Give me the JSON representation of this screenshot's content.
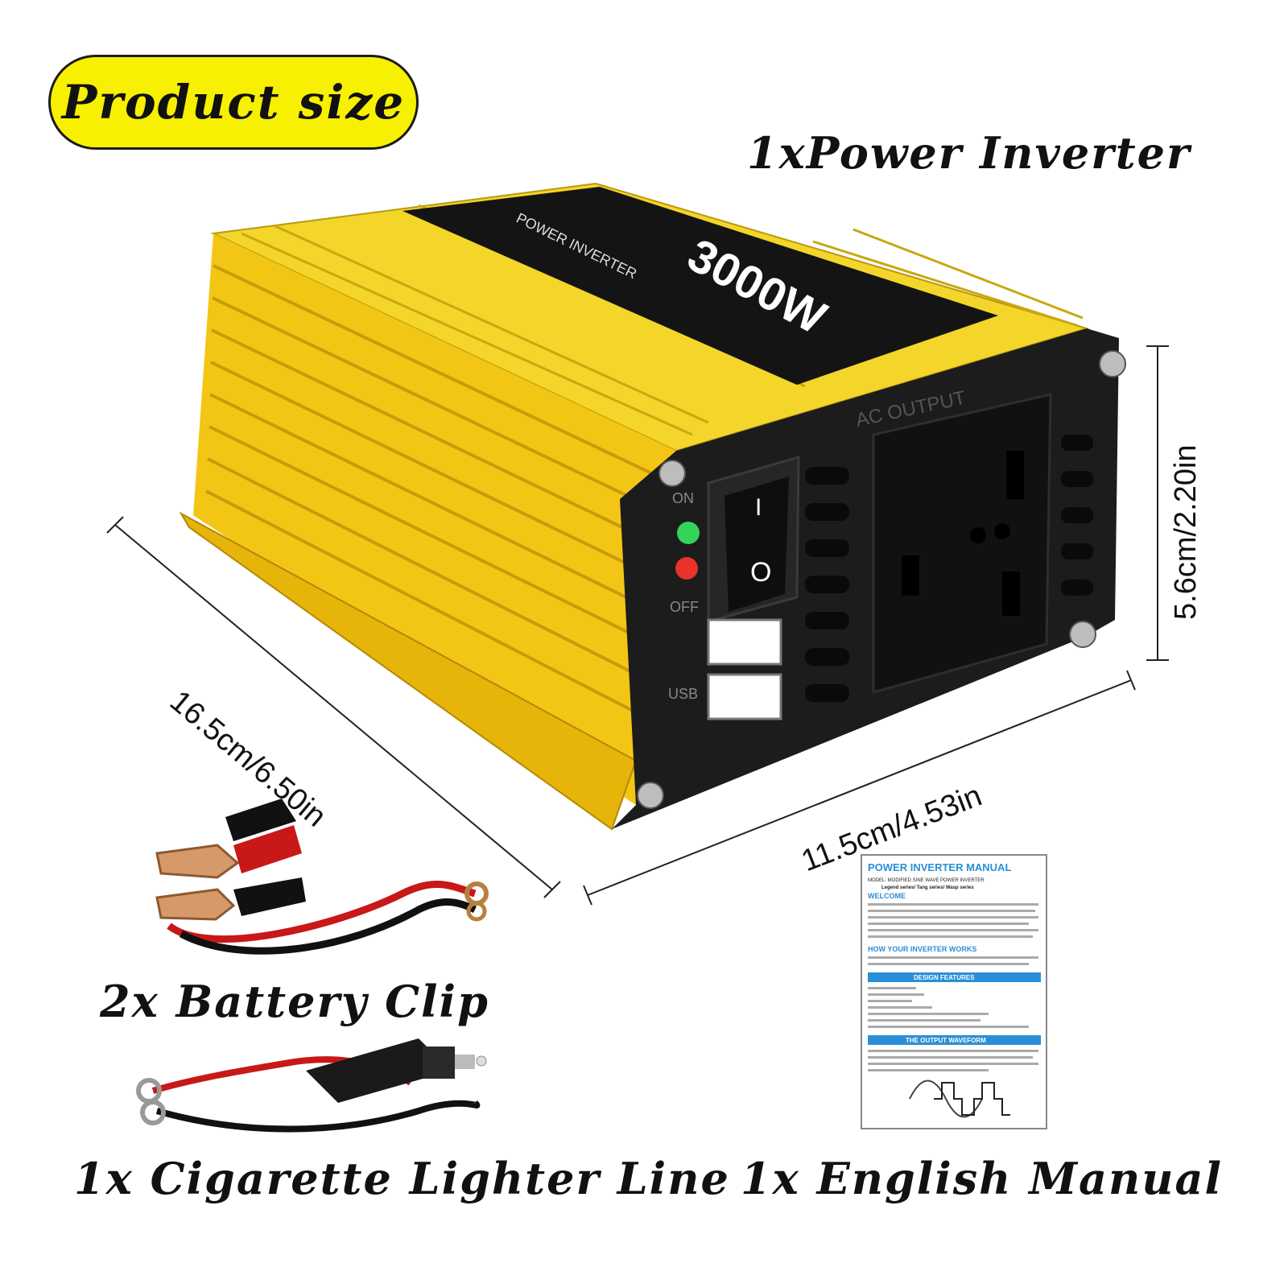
{
  "header": {
    "badge_label": "Product size"
  },
  "labels": {
    "inverter": "1xPower Inverter",
    "battery_clip": "2x Battery Clip",
    "cigarette_line": "1x Cigarette Lighter Line",
    "manual": "1x English Manual"
  },
  "dimensions": {
    "length": "16.5cm/6.50in",
    "width": "11.5cm/4.53in",
    "height": "5.6cm/2.20in"
  },
  "inverter_panel": {
    "power_rating": "3000W",
    "brand_text": "POWER INVERTER",
    "ac_output": "AC OUTPUT",
    "switch_on": "ON",
    "switch_off": "OFF",
    "usb": "USB",
    "switch_top": "I",
    "switch_bottom": "O"
  },
  "manual_doc": {
    "title": "POWER INVERTER MANUAL",
    "model_line": "MODEL:  MODIFIED SINE WAVE POWER INVERTER",
    "series_line": "Legend series/ Tang series/ Wasp series",
    "sec_welcome": "WELCOME",
    "sec_works": "HOW YOUR INVERTER WORKS",
    "sec_features": "DESIGN FEATURES",
    "sec_waveform": "THE OUTPUT WAVEFORM"
  },
  "colors": {
    "accent_yellow": "#f7f000",
    "body_yellow": "#f2d21a",
    "panel_black": "#1c1c1c",
    "manual_blue": "#2a8fd6"
  }
}
